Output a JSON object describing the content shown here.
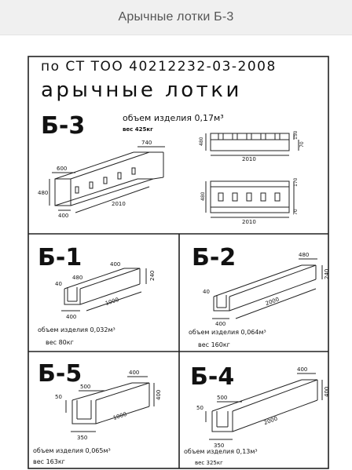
{
  "page": {
    "title": "Арычные лотки Б-3"
  },
  "sheet": {
    "standard": "по СТ ТОО 40212232-03-2008",
    "heading": "арычные лотки"
  },
  "units": {
    "weight": "кг",
    "volume_unit": "м³"
  },
  "panels": {
    "b3": {
      "code": "Б-3",
      "volume": "объем изделия 0,17м³",
      "weight": "вес 425кг",
      "dims": {
        "d740": "740",
        "d600": "600",
        "d480": "480",
        "d400": "400",
        "d2010": "2010",
        "side_480": "480",
        "side_150": "150",
        "side_70": "70",
        "side_2010": "2010",
        "plan_480": "480",
        "plan_170": "170",
        "plan_70": "70",
        "plan_2010": "2010"
      }
    },
    "b1": {
      "code": "Б-1",
      "volume": "объем изделия 0,032м³",
      "weight": "вес 80кг",
      "dims": {
        "d400": "400",
        "d480": "480",
        "d40": "40",
        "d240": "240",
        "d1000": "1000",
        "d400b": "400"
      }
    },
    "b2": {
      "code": "Б-2",
      "volume": "объем изделия 0,064м³",
      "weight": "вес 160кг",
      "dims": {
        "d480": "480",
        "d40": "40",
        "d240": "240",
        "d2000": "2000",
        "d400": "400"
      }
    },
    "b5": {
      "code": "Б-5",
      "volume": "объем изделия 0,065м³",
      "weight": "вес 163кг",
      "dims": {
        "d500": "500",
        "d400": "400",
        "d50": "50",
        "d400r": "400",
        "d1000": "1000",
        "d350": "350"
      }
    },
    "b4": {
      "code": "Б-4",
      "volume": "объем изделия 0,13м³",
      "weight": "вес 325кг",
      "dims": {
        "d400": "400",
        "d500": "500",
        "d50": "50",
        "d400r": "400",
        "d2000": "2000",
        "d350": "350"
      }
    }
  }
}
